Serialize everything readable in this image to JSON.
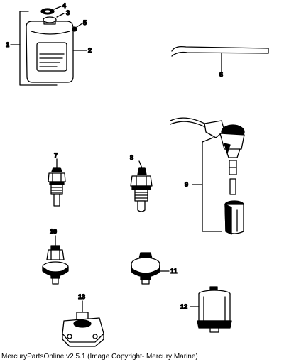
{
  "callouts": {
    "c1": "1",
    "c2": "2",
    "c3": "3",
    "c4": "4",
    "c5": "5",
    "c6": "6",
    "c7": "7",
    "c8": "8",
    "c9": "9",
    "c10": "10",
    "c11": "11",
    "c12": "12",
    "c13": "13"
  },
  "caption": "MercuryPartsOnline v2.5.1 (Image Copyright- Mercury Marine)",
  "colors": {
    "line": "#000000",
    "background": "#ffffff"
  }
}
